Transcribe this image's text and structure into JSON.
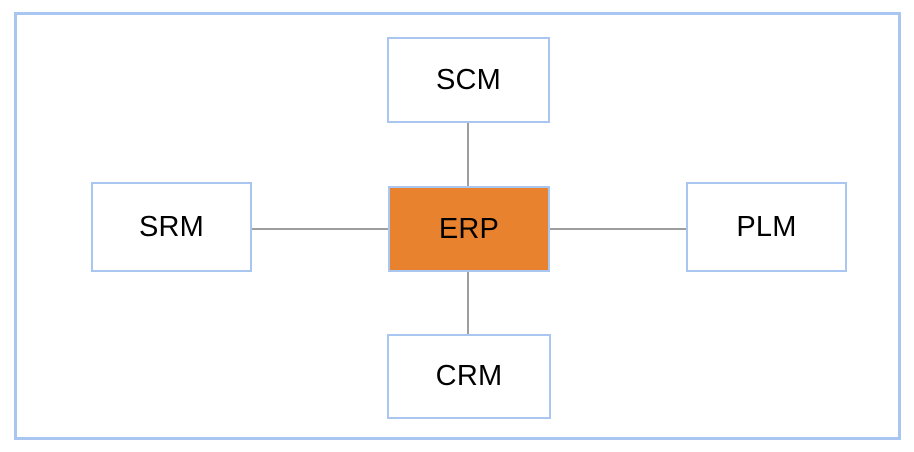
{
  "diagram": {
    "type": "hub-and-spoke",
    "title": "",
    "frame": {
      "border_color": "#a8c6f0"
    },
    "palette": {
      "node_border": "#a8c6f0",
      "node_fill": "#ffffff",
      "center_fill": "#e8822f",
      "connector": "#9e9e9e",
      "label_color": "#000000"
    },
    "nodes": [
      {
        "id": "scm",
        "label": "SCM",
        "role": "spoke",
        "position": "top"
      },
      {
        "id": "erp",
        "label": "ERP",
        "role": "center",
        "position": "center"
      },
      {
        "id": "srm",
        "label": "SRM",
        "role": "spoke",
        "position": "left"
      },
      {
        "id": "plm",
        "label": "PLM",
        "role": "spoke",
        "position": "right"
      },
      {
        "id": "crm",
        "label": "CRM",
        "role": "spoke",
        "position": "bottom"
      }
    ],
    "edges": [
      {
        "from": "scm",
        "to": "erp",
        "orientation": "vertical"
      },
      {
        "from": "erp",
        "to": "crm",
        "orientation": "vertical"
      },
      {
        "from": "srm",
        "to": "erp",
        "orientation": "horizontal"
      },
      {
        "from": "erp",
        "to": "plm",
        "orientation": "horizontal"
      }
    ]
  }
}
